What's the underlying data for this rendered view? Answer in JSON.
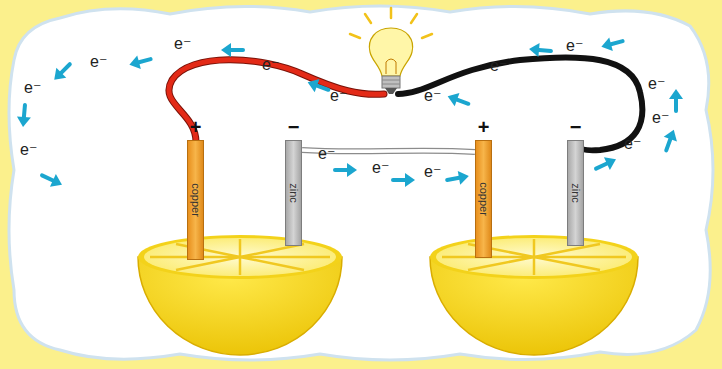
{
  "diagram": {
    "nodes": [
      {
        "text": [
          "+",
          "copper"
        ]
      },
      {
        "text": [
          "−",
          "zinc"
        ]
      },
      {
        "text": [
          "+",
          "copper"
        ]
      },
      {
        "text": [
          "−",
          "zinc"
        ]
      }
    ],
    "edges": [
      {
        "from": 1,
        "to": 2,
        "arrow": "none"
      }
    ],
    "labels": [
      "e⁻",
      "e⁻",
      "e⁻",
      "e⁻",
      "e⁻",
      "e⁻",
      "e⁻",
      "e⁻",
      "e⁻",
      "e⁻",
      "e⁻",
      "e⁻",
      "e⁻",
      "e⁻",
      "e⁻"
    ]
  }
}
